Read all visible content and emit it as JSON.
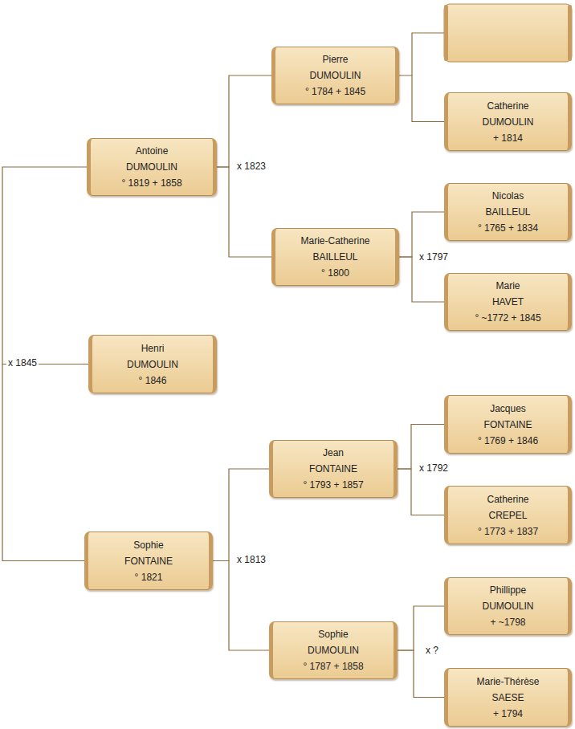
{
  "diagram": {
    "nodes": [
      {
        "text": [
          "Antoine",
          "DUMOULIN",
          "° 1819 + 1858"
        ]
      },
      {
        "text": [
          "Pierre",
          "DUMOULIN",
          "° 1784 + 1845"
        ]
      },
      {
        "text": [
          "Catherine",
          "DUMOULIN",
          "+ 1814"
        ]
      },
      {
        "text": [
          "Marie-Catherine",
          "BAILLEUL",
          "° 1800"
        ]
      },
      {
        "text": [
          "Nicolas",
          "BAILLEUL",
          "° 1765 + 1834"
        ]
      },
      {
        "text": [
          "Marie",
          "HAVET",
          "° ~1772 + 1845"
        ]
      },
      {
        "text": [
          "Henri",
          "DUMOULIN",
          "° 1846"
        ]
      },
      {
        "text": [
          "Sophie",
          "FONTAINE",
          "° 1821"
        ]
      },
      {
        "text": [
          "Jean",
          "FONTAINE",
          "° 1793 + 1857"
        ]
      },
      {
        "text": [
          "Jacques",
          "FONTAINE",
          "° 1769 + 1846"
        ]
      },
      {
        "text": [
          "Catherine",
          "CREPEL",
          "° 1773 + 1837"
        ]
      },
      {
        "text": [
          "Sophie",
          "DUMOULIN",
          "° 1787 + 1858"
        ]
      },
      {
        "text": [
          "Phillippe",
          "DUMOULIN",
          "+ ~1798"
        ]
      },
      {
        "text": [
          "Marie-Thérèse",
          "SAESE",
          "+ 1794"
        ]
      }
    ],
    "edges": [
      {
        "from": 0,
        "to": 1,
        "arrow": "none"
      },
      {
        "from": 0,
        "to": 3,
        "arrow": "none"
      },
      {
        "from": 1,
        "to": 2,
        "arrow": "none"
      },
      {
        "from": 3,
        "to": 4,
        "arrow": "none"
      },
      {
        "from": 3,
        "to": 5,
        "arrow": "none"
      },
      {
        "from": 6,
        "to": 0,
        "arrow": "none"
      },
      {
        "from": 6,
        "to": 7,
        "arrow": "none"
      },
      {
        "from": 7,
        "to": 8,
        "arrow": "none"
      },
      {
        "from": 7,
        "to": 11,
        "arrow": "none"
      },
      {
        "from": 8,
        "to": 9,
        "arrow": "none"
      },
      {
        "from": 8,
        "to": 10,
        "arrow": "none"
      },
      {
        "from": 11,
        "to": 12,
        "arrow": "none"
      },
      {
        "from": 11,
        "to": 13,
        "arrow": "none"
      }
    ],
    "labels": [
      "x 1845",
      "x 1823",
      "x 1797",
      "x 1813",
      "x 1792",
      "x ?"
    ]
  }
}
